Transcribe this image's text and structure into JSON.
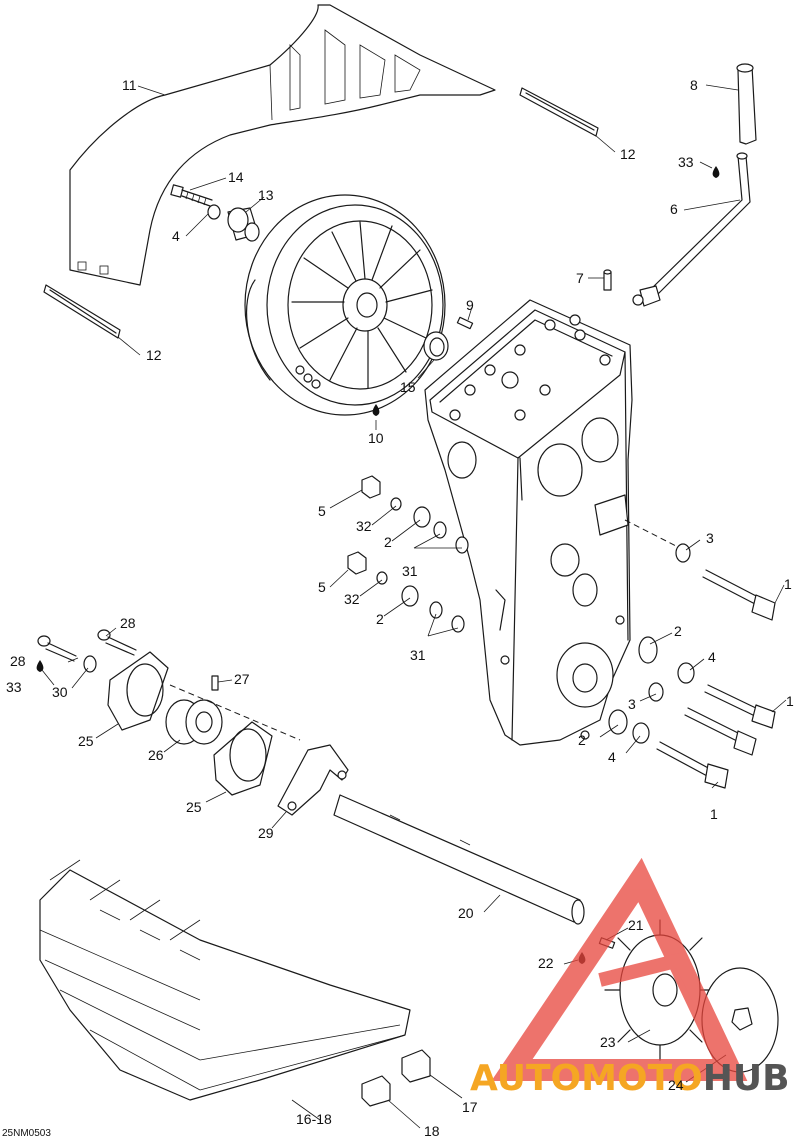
{
  "figure_code": "25NM0503",
  "watermark": {
    "part1": "AUTOMOTO",
    "part2": "HUB",
    "color1": "#f5a623",
    "color2": "#555555",
    "logo_color": "#e8453c"
  },
  "callouts": {
    "c1a": "1",
    "c1b": "1",
    "c1c": "1",
    "c2a": "2",
    "c2b": "2",
    "c2c": "2",
    "c2d": "2",
    "c3a": "3",
    "c3b": "3",
    "c4a": "4",
    "c4b": "4",
    "c4c": "4",
    "c5a": "5",
    "c5b": "5",
    "c6": "6",
    "c7": "7",
    "c8": "8",
    "c9": "9",
    "c10": "10",
    "c11": "11",
    "c12a": "12",
    "c12b": "12",
    "c13": "13",
    "c14": "14",
    "c15": "15",
    "c16": "16-18",
    "c17": "17",
    "c18": "18",
    "c20": "20",
    "c21": "21",
    "c22": "22",
    "c23": "23",
    "c24": "24",
    "c25a": "25",
    "c25b": "25",
    "c26": "26",
    "c27": "27",
    "c28a": "28",
    "c28b": "28",
    "c29": "29",
    "c30": "30",
    "c31a": "31",
    "c31b": "31",
    "c32a": "32",
    "c32b": "32",
    "c33a": "33",
    "c33b": "33"
  }
}
